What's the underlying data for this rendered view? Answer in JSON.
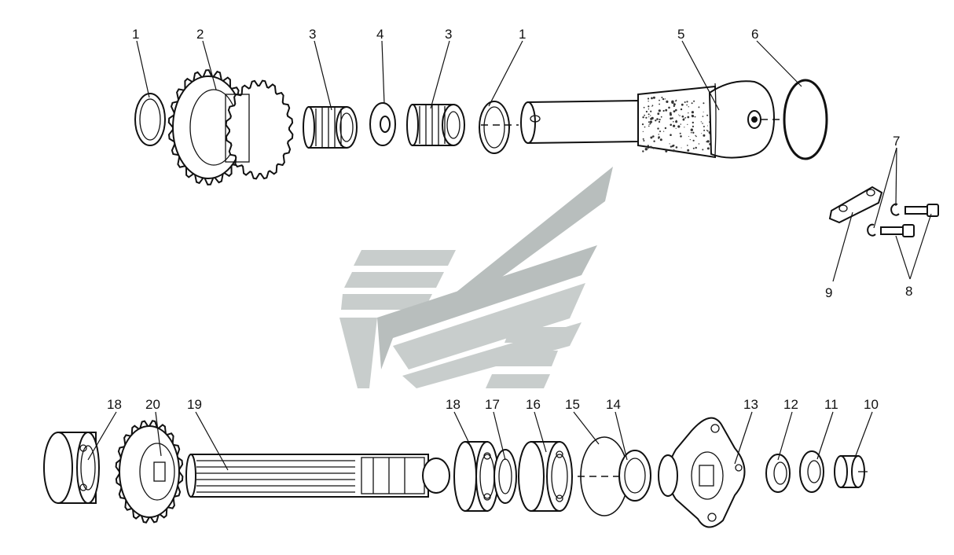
{
  "diagram": {
    "callouts_top": [
      "1",
      "2",
      "3",
      "4",
      "3",
      "1",
      "5",
      "6"
    ],
    "callouts_right": [
      "7",
      "8",
      "9"
    ],
    "callouts_bottom": [
      "18",
      "20",
      "19",
      "18",
      "17",
      "16",
      "15",
      "14",
      "13",
      "12",
      "11",
      "10"
    ],
    "parts": {
      "shim_ring": "ring-icon",
      "gear_cluster": "gear-icon",
      "needle_bearing": "needle-bearing-icon",
      "thrust_washer": "washer-icon",
      "shaft_with_housing": "shaft-icon",
      "o_ring": "o-ring-icon",
      "lock_plate": "lock-plate-icon",
      "bolt": "bolt-icon",
      "spring_washer": "spring-washer-icon",
      "ball_bearing": "ball-bearing-icon",
      "splined_shaft": "splined-shaft-icon",
      "flange": "flange-icon",
      "nut": "nut-icon",
      "circlip": "circlip-icon"
    },
    "watermark": "logo-watermark"
  }
}
